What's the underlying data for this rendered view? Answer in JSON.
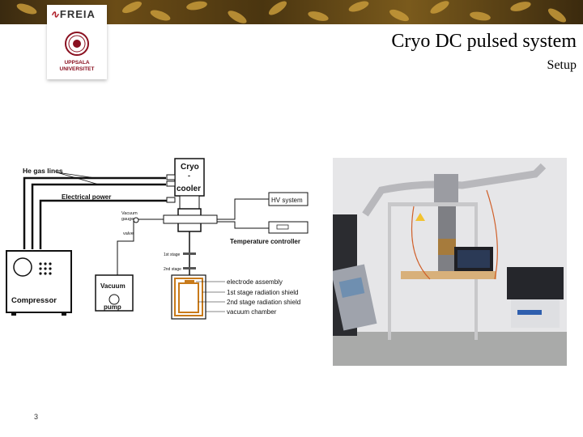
{
  "logo": {
    "lab": "FREIA",
    "university_line1": "UPPSALA",
    "university_line2": "UNIVERSITET"
  },
  "slide": {
    "title": "Cryo DC pulsed system",
    "subtitle": "Setup",
    "page_number": "3"
  },
  "diagram": {
    "he_gas_lines": "He gas lines",
    "electrical_power": "Electrical power",
    "cryo": "Cryo",
    "dash": "-",
    "cooler": "cooler",
    "hv_system": "HV system",
    "vacuum": "Vacuum",
    "gauge": "gauge",
    "valve": "valve",
    "temperature_controller": "Temperature controller",
    "stage1": "1st stage",
    "stage2": "2nd stage",
    "compressor": "Compressor",
    "vacuum_pump_1": "Vacuum",
    "vacuum_pump_2": "pump",
    "electrode_assembly": "electrode assembly",
    "shield1": "1st stage radiation shield",
    "shield2": "2nd stage radiation shield",
    "chamber": "vacuum chamber"
  }
}
